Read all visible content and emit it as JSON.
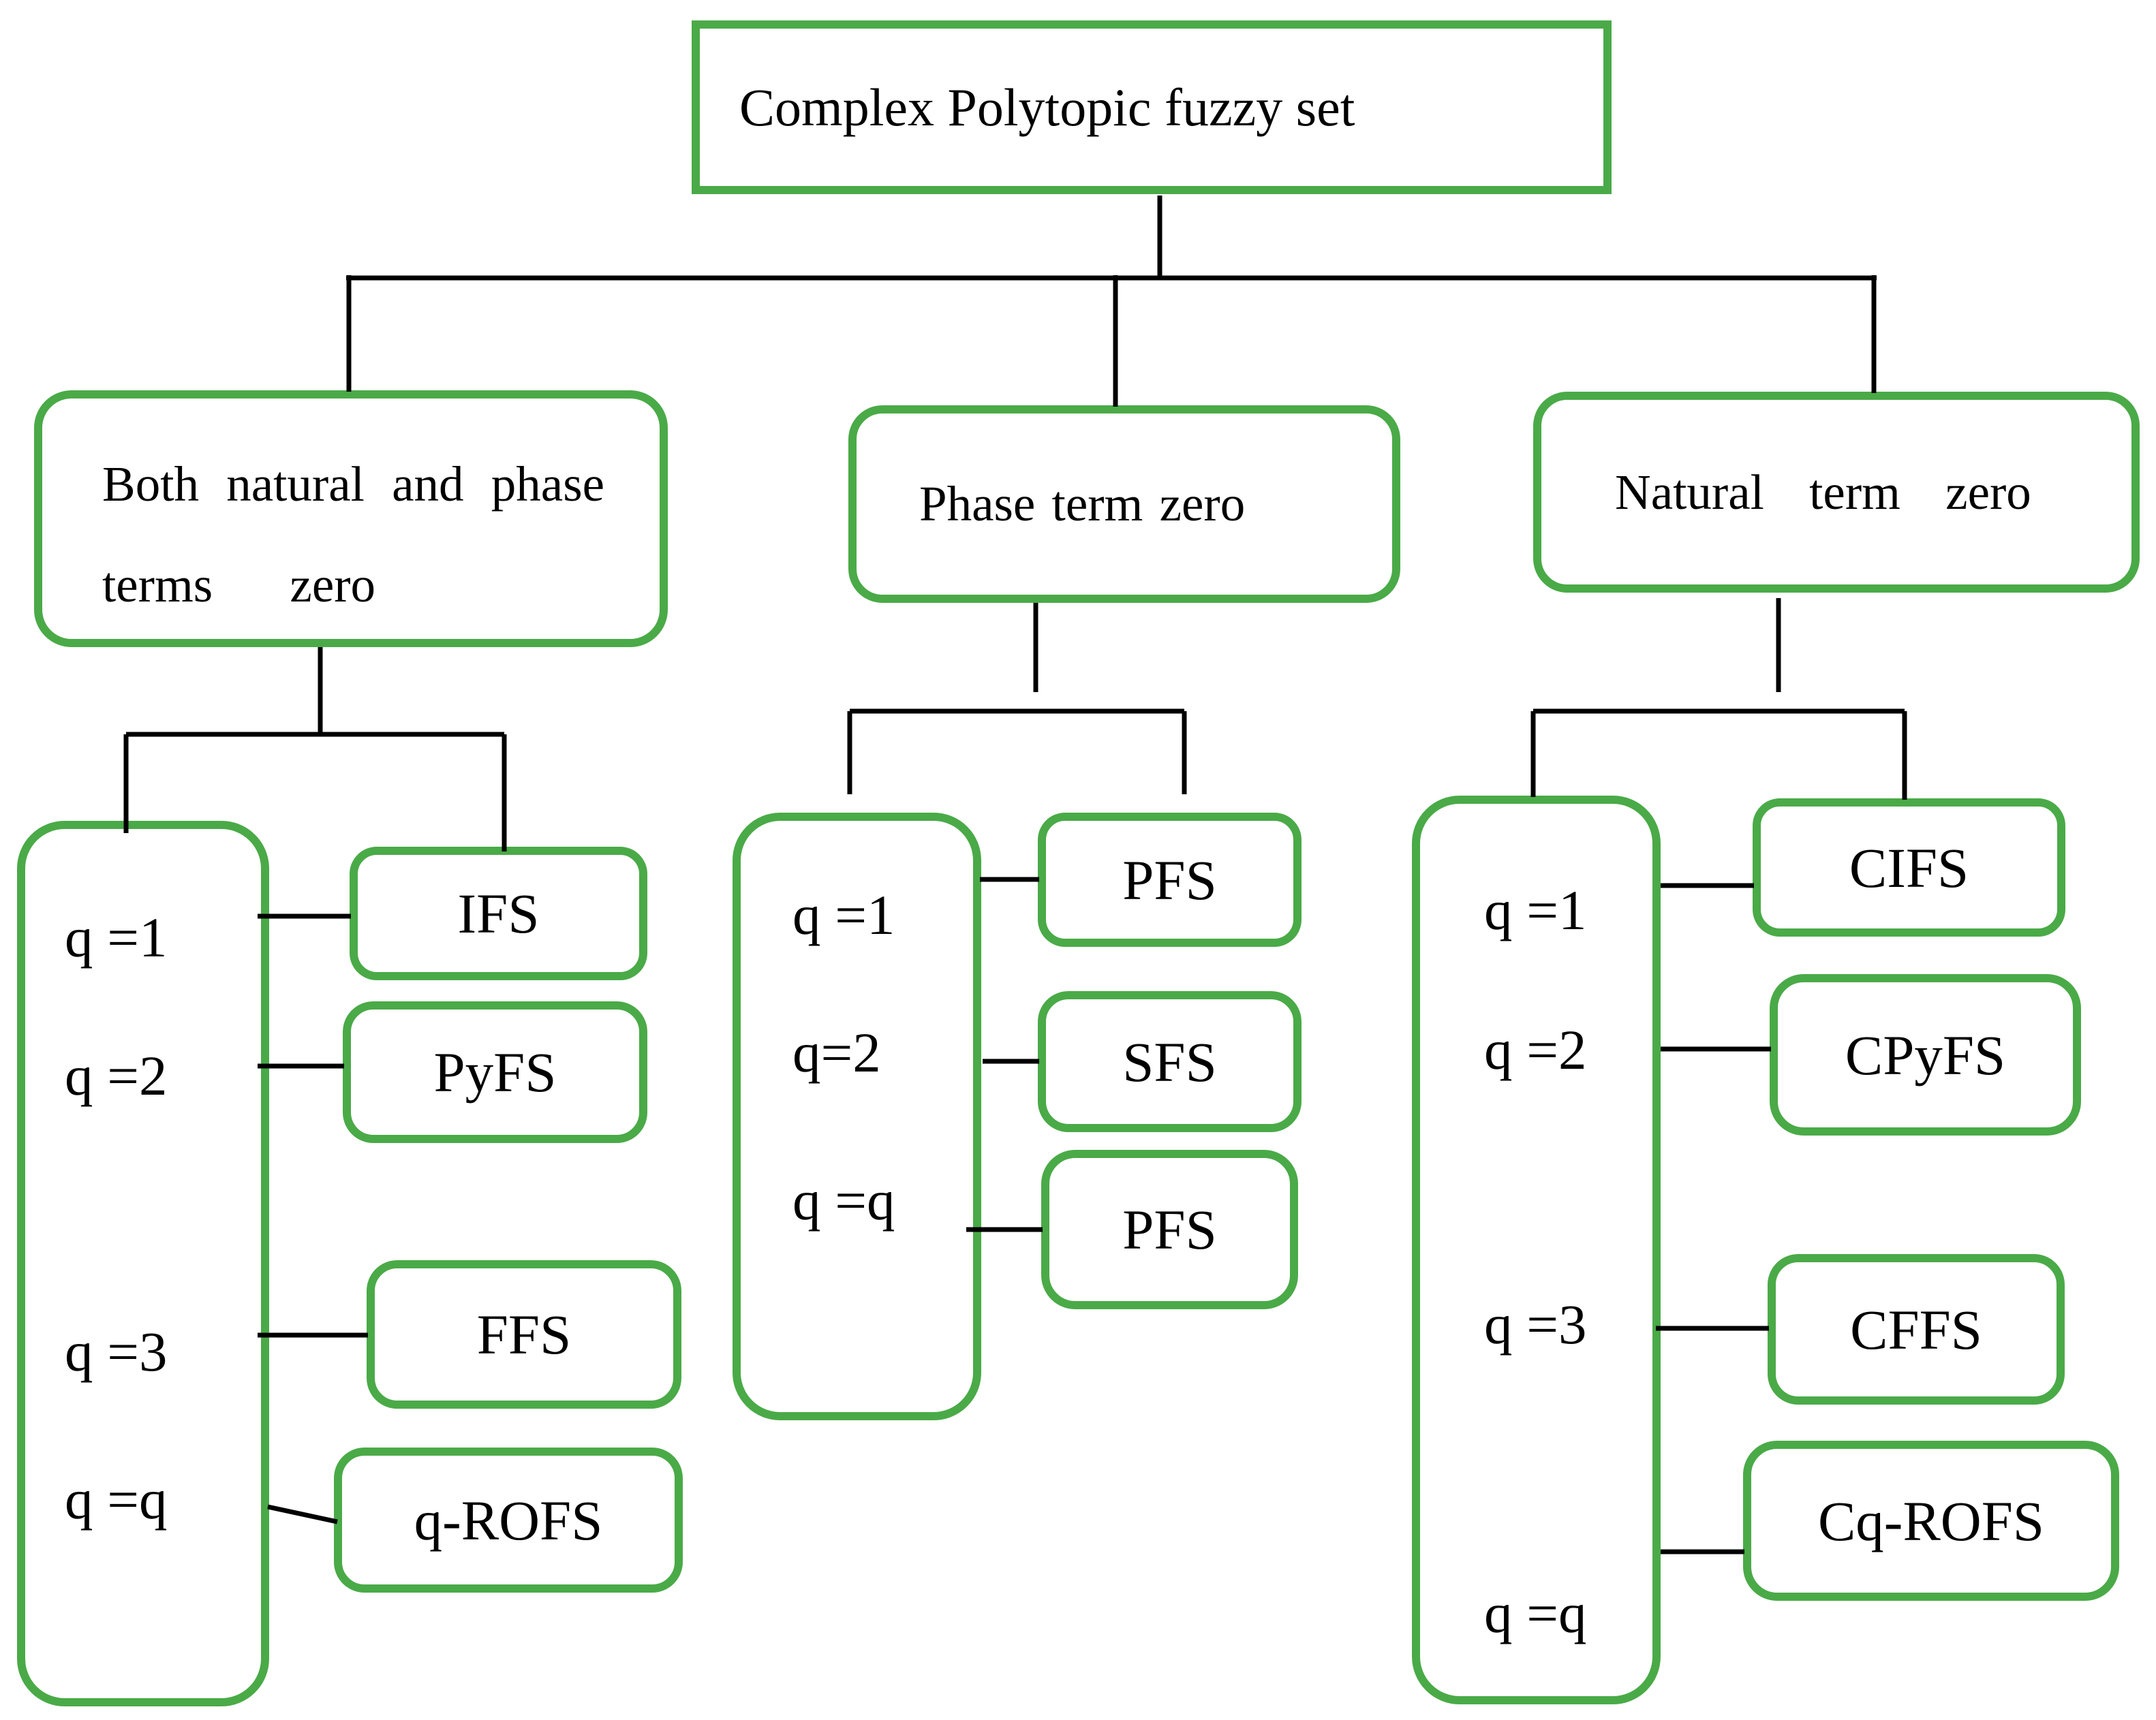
{
  "root": {
    "label": "Complex Polytopic fuzzy set"
  },
  "branches": {
    "left": {
      "title_line1": "Both natural and phase",
      "title_line2": "terms zero",
      "q_labels": [
        "q =1",
        "q =2",
        "q =3",
        "q =q"
      ],
      "leaves": [
        "IFS",
        "PyFS",
        "FFS",
        "q-ROFS"
      ]
    },
    "middle": {
      "title": "Phase term zero",
      "q_labels": [
        "q =1",
        "q=2",
        "q =q"
      ],
      "leaves": [
        "PFS",
        "SFS",
        "PFS"
      ]
    },
    "right": {
      "title": "Natural term zero",
      "q_labels": [
        "q =1",
        "q =2",
        "q =3",
        "q =q"
      ],
      "leaves": [
        "CIFS",
        "CPyFS",
        "CFFS",
        "Cq-ROFS"
      ]
    }
  },
  "colors": {
    "box_border_green": "#4AAA47",
    "connector_black": "#000000",
    "text_black": "#000000",
    "background_white": "#FFFFFF"
  }
}
